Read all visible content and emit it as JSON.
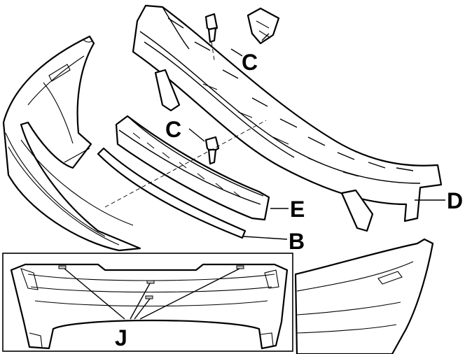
{
  "callouts": {
    "c_upper": "C",
    "c_lower": "C",
    "d": "D",
    "e": "E",
    "b": "B",
    "j": "J"
  }
}
